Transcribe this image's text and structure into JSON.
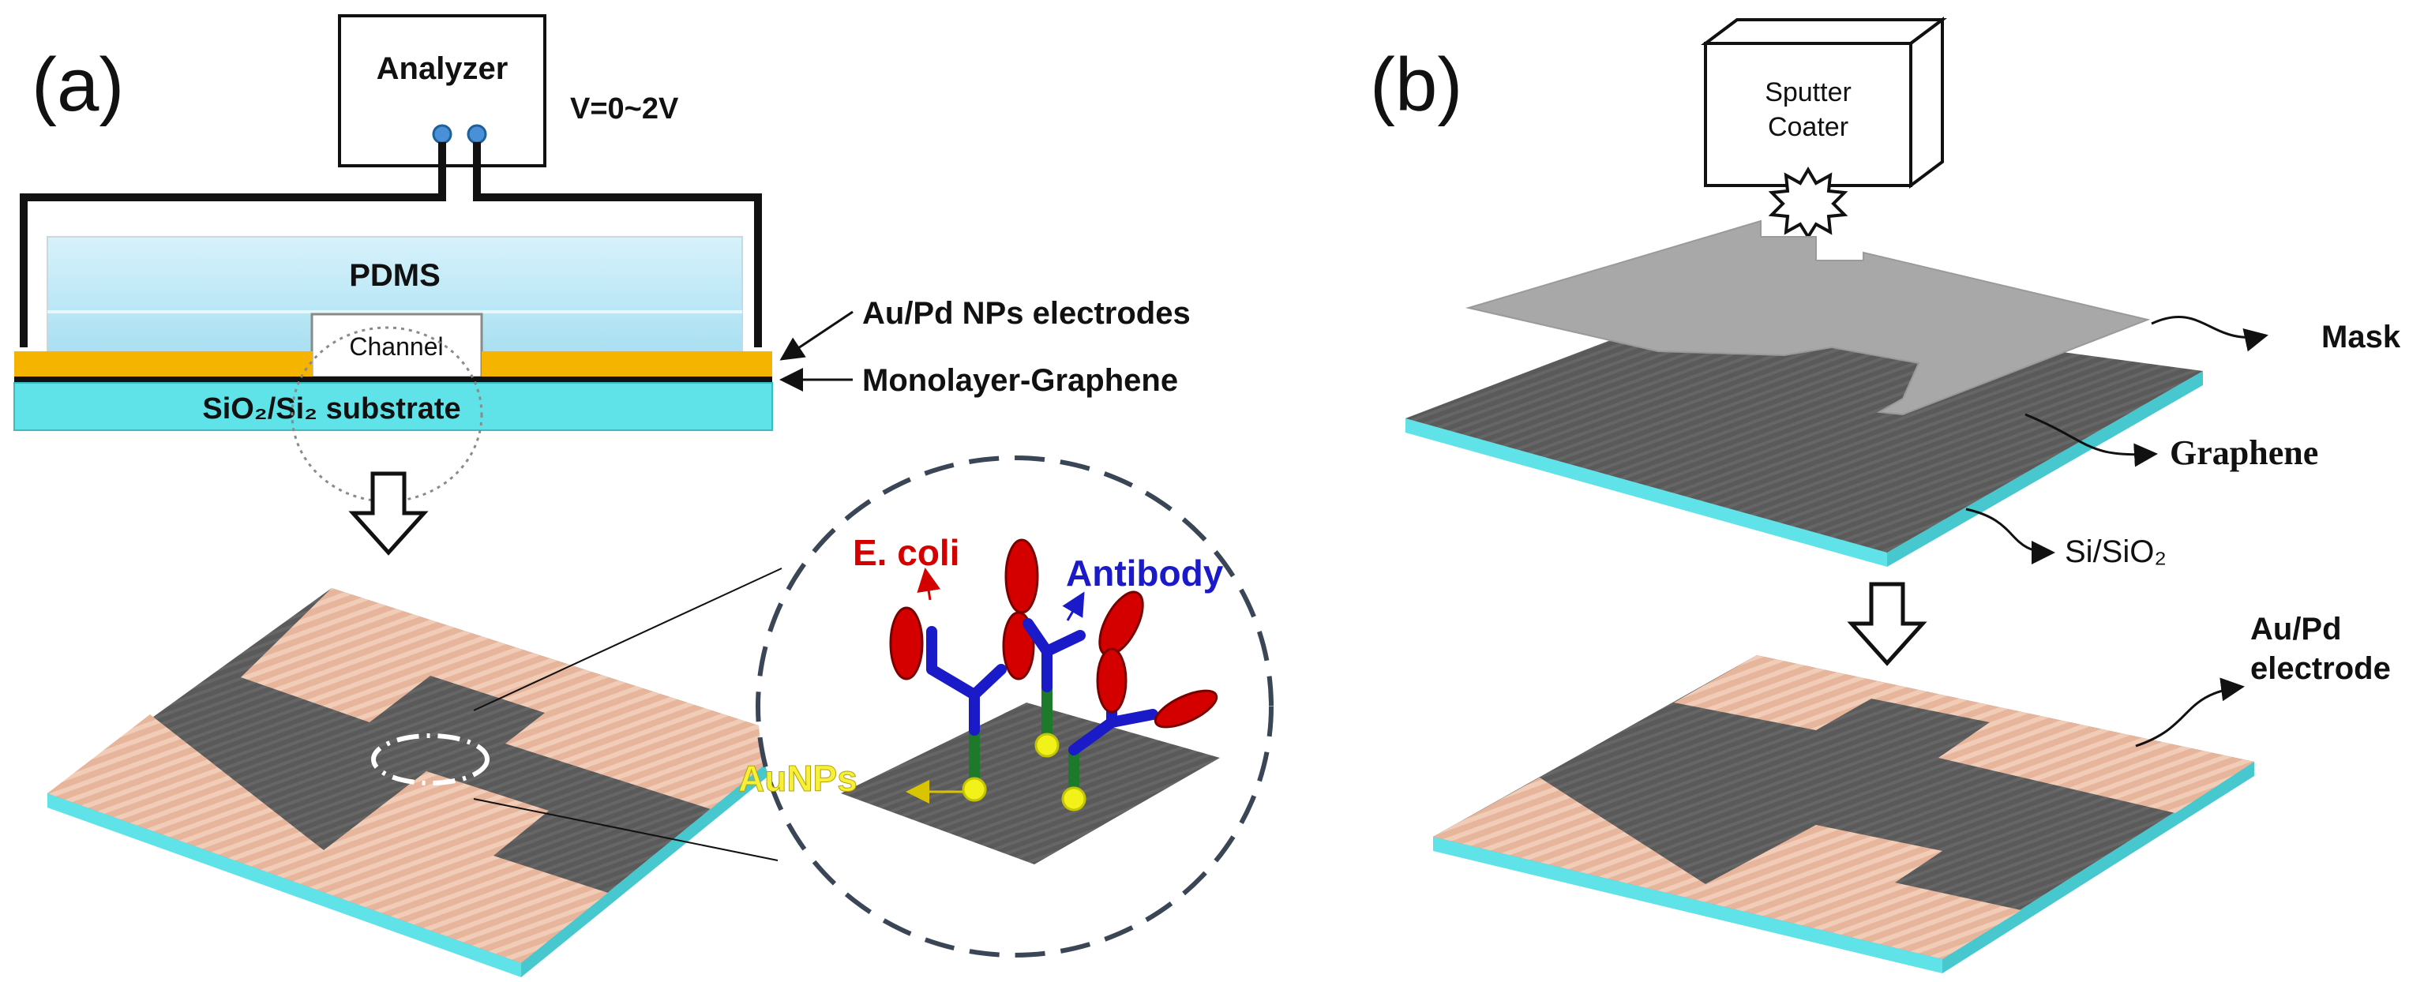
{
  "panels": {
    "a": {
      "label": "(a)",
      "analyzer_label": "Analyzer",
      "voltage_label": "V=0~2V",
      "pdms_label": "PDMS",
      "channel_label": "Channel",
      "electrodes_label": "Au/Pd NPs electrodes",
      "graphene_label": "Monolayer-Graphene",
      "substrate_label": "SiO₂/Si₂ substrate",
      "ecoli_label": "E. coli",
      "antibody_label": "Antibody",
      "aunps_label": "AuNPs"
    },
    "b": {
      "label": "(b)",
      "sputter_label_line1": "Sputter",
      "sputter_label_line2": "Coater",
      "mask_label": "Mask",
      "graphene_label": "Graphene",
      "substrate_label": "Si/SiO₂",
      "electrode_label_line1": "Au/Pd",
      "electrode_label_line2": "electrode"
    }
  },
  "colors": {
    "gold": "#f5b400",
    "cyan": "#5fe3e8",
    "pdms": "#bfeaf7",
    "graphene": "#5f5f5f",
    "copper": "#e9b9a0",
    "mask": "#a8a8a8",
    "antibody": "#1a1ac8",
    "ecoli": "#d40000",
    "linker": "#1d7a2a",
    "aunp": "#f2f21a"
  }
}
